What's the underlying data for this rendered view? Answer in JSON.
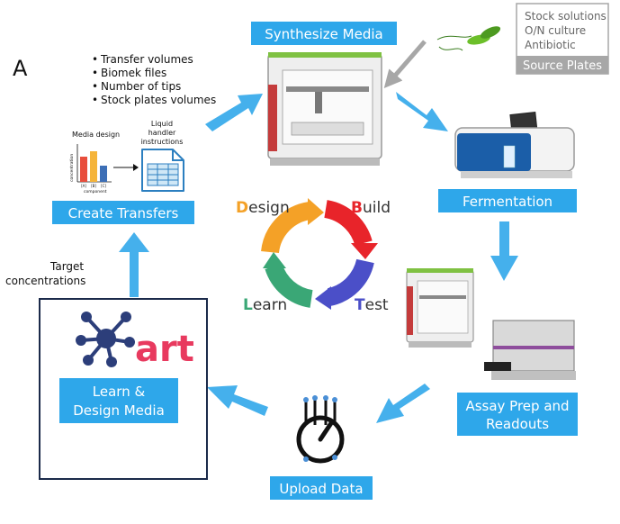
{
  "panel_letter": "A",
  "steps": {
    "synthesize": "Synthesize Media",
    "fermentation": "Fermentation",
    "assay_line1": "Assay Prep and",
    "assay_line2": "Readouts",
    "upload": "Upload Data",
    "learn_line1": "Learn &",
    "learn_line2": "Design Media",
    "create": "Create Transfers"
  },
  "source_plates": {
    "items": [
      "Stock solutions",
      "O/N culture",
      "Antibiotic"
    ],
    "label": "Source Plates"
  },
  "transfer_bullets": [
    "Transfer volumes",
    "Biomek files",
    "Number of tips",
    "Stock plates volumes"
  ],
  "media_design": {
    "title": "Media design",
    "ylabel": "concentration",
    "xlabel": "component",
    "ticks": [
      "[A]",
      "[B]",
      "[C]"
    ],
    "bar_values": [
      0.7,
      0.85,
      0.45
    ],
    "bar_colors": [
      "#e84e3c",
      "#f5b43a",
      "#3d6fb6"
    ]
  },
  "liquid_handler": {
    "line1": "Liquid",
    "line2": "handler",
    "line3": "instructions"
  },
  "target": {
    "line1": "Target",
    "line2": "concentrations"
  },
  "dbtl": {
    "design": {
      "initial": "D",
      "rest": "esign",
      "color": "#f4a127"
    },
    "build": {
      "initial": "B",
      "rest": "uild",
      "color": "#e8242a"
    },
    "test": {
      "initial": "T",
      "rest": "est",
      "color": "#4b4fc8"
    },
    "learn": {
      "initial": "L",
      "rest": "earn",
      "color": "#3aa776"
    }
  },
  "art_logo": "art",
  "colors": {
    "box": "#2ea7ea",
    "arrow": "#45b0ec",
    "source_gray": "#a7a7a7",
    "frame": "#1b2a4a"
  }
}
